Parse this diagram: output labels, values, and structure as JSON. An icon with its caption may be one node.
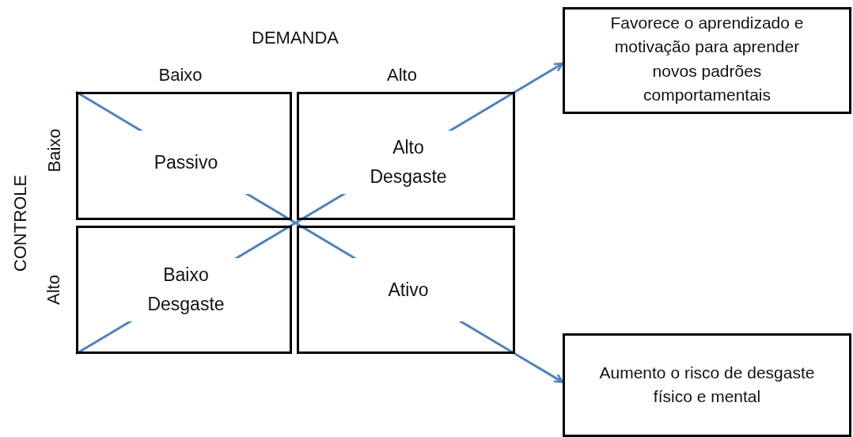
{
  "diagram": {
    "nodes": [
      {
        "text": [
          "Passivo"
        ]
      },
      {
        "text": [
          "Alto Desgaste"
        ]
      },
      {
        "text": [
          "Baixo Desgaste"
        ]
      },
      {
        "text": [
          "Ativo"
        ]
      },
      {
        "text": [
          "Favorece o aprendizado e motivação para aprender novos padrões comportamentais"
        ]
      },
      {
        "text": [
          "Aumento o risco de desgaste físico e mental"
        ]
      }
    ],
    "edges": [
      {
        "from": 2,
        "to": 1,
        "arrow": "none"
      },
      {
        "from": 1,
        "to": 4,
        "arrow": "to"
      },
      {
        "from": 0,
        "to": 3,
        "arrow": "none"
      },
      {
        "from": 3,
        "to": 5,
        "arrow": "to"
      }
    ],
    "labels": [
      "DEMANDA",
      "Baixo",
      "Alto",
      "CONTROLE",
      "Baixo",
      "Alto"
    ]
  }
}
